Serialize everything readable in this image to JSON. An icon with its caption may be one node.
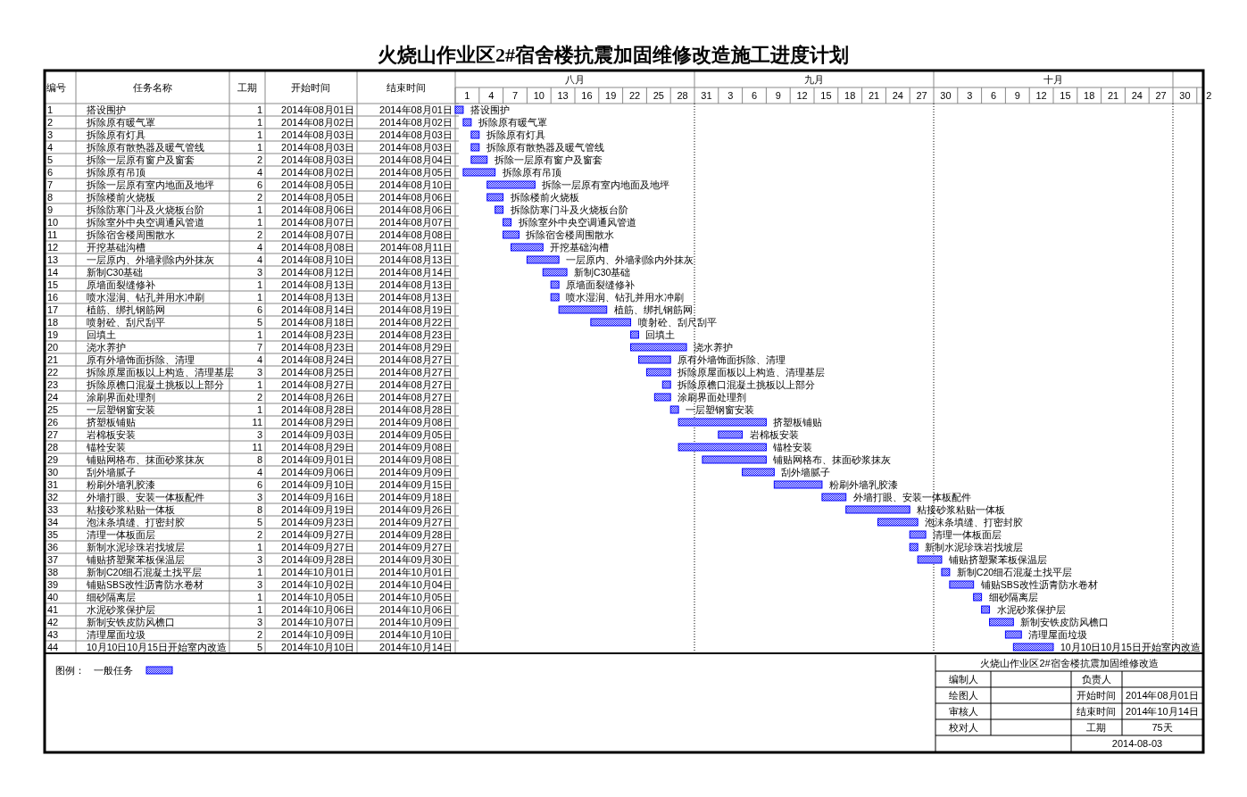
{
  "diagram": {
    "title": "火烧山作业区2#宿舍楼抗震加固维修改造施工进度计划",
    "labels": [
      "编号",
      "任务名称",
      "工期",
      "开始时间",
      "结束时间",
      "1",
      "搭设围护",
      "1",
      "2014年08月01日",
      "2014年08月01日",
      "2",
      "拆除原有暖气罩",
      "1",
      "2014年08月02日",
      "2014年08月02日",
      "3",
      "拆除原有灯具",
      "1",
      "2014年08月03日",
      "2014年08月03日",
      "4",
      "拆除原有散热器及暖气管线",
      "1",
      "2014年08月03日",
      "2014年08月03日",
      "5",
      "拆除一层原有窗户及窗套",
      "2",
      "2014年08月03日",
      "2014年08月04日",
      "6",
      "拆除原有吊顶",
      "4",
      "2014年08月02日",
      "2014年08月05日",
      "7",
      "拆除一层原有室内地面及地坪",
      "6",
      "2014年08月05日",
      "2014年08月10日",
      "8",
      "拆除楼前火烧板",
      "2",
      "2014年08月05日",
      "2014年08月06日",
      "9",
      "拆除防寒门斗及火烧板台阶",
      "1",
      "2014年08月06日",
      "2014年08月06日",
      "10",
      "拆除室外中央空调通风管道",
      "1",
      "2014年08月07日",
      "2014年08月07日",
      "11",
      "拆除宿舍楼周围散水",
      "2",
      "2014年08月07日",
      "2014年08月08日",
      "12",
      "开挖基础沟槽",
      "4",
      "2014年08月08日",
      "2014年08月11日",
      "13",
      "一层原内、外墙剥除内外抹灰",
      "4",
      "2014年08月10日",
      "2014年08月13日",
      "14",
      "新制C30基础",
      "3",
      "2014年08月12日",
      "2014年08月14日",
      "15",
      "原墙面裂缝修补",
      "1",
      "2014年08月13日",
      "2014年08月13日",
      "16",
      "喷水湿润、钻孔并用水冲刷",
      "1",
      "2014年08月13日",
      "2014年08月13日",
      "17",
      "植筋、绑扎钢筋网",
      "6",
      "2014年08月14日",
      "2014年08月19日",
      "18",
      "喷射砼、刮尺刮平",
      "5",
      "2014年08月18日",
      "2014年08月22日",
      "19",
      "回填土",
      "1",
      "2014年08月23日",
      "2014年08月23日",
      "20",
      "浇水养护",
      "7",
      "2014年08月23日",
      "2014年08月29日",
      "21",
      "原有外墙饰面拆除、清理",
      "4",
      "2014年08月24日",
      "2014年08月27日",
      "22",
      "拆除原屋面板以上构造、清理基层",
      "3",
      "2014年08月25日",
      "2014年08月27日",
      "23",
      "拆除原檐口混凝土挑板以上部分",
      "1",
      "2014年08月27日",
      "2014年08月27日",
      "24",
      "涂刷界面处理剂",
      "2",
      "2014年08月26日",
      "2014年08月27日",
      "25",
      "一层塑钢窗安装",
      "1",
      "2014年08月28日",
      "2014年08月28日",
      "26",
      "挤塑板铺贴",
      "11",
      "2014年08月29日",
      "2014年09月08日",
      "27",
      "岩棉板安装",
      "3",
      "2014年09月03日",
      "2014年09月05日",
      "28",
      "锚栓安装",
      "11",
      "2014年08月29日",
      "2014年09月08日",
      "29",
      "铺贴网格布、抹面砂浆抹灰",
      "8",
      "2014年09月01日",
      "2014年09月08日",
      "30",
      "刮外墙腻子",
      "4",
      "2014年09月06日",
      "2014年09月09日",
      "31",
      "粉刷外墙乳胶漆",
      "6",
      "2014年09月10日",
      "2014年09月15日",
      "32",
      "外墙打眼、安装一体板配件",
      "3",
      "2014年09月16日",
      "2014年09月18日",
      "33",
      "粘接砂浆粘贴一体板",
      "8",
      "2014年09月19日",
      "2014年09月26日",
      "34",
      "泡沫条填缝、打密封胶",
      "5",
      "2014年09月23日",
      "2014年09月27日",
      "35",
      "清理一体板面层",
      "2",
      "2014年09月27日",
      "2014年09月28日",
      "36",
      "新制水泥珍珠岩找坡层",
      "1",
      "2014年09月27日",
      "2014年09月27日",
      "37",
      "铺贴挤塑聚苯板保温层",
      "3",
      "2014年09月28日",
      "2014年09月30日",
      "38",
      "新制C20细石混凝土找平层",
      "1",
      "2014年10月01日",
      "2014年10月01日",
      "39",
      "铺贴SBS改性沥青防水卷材",
      "3",
      "2014年10月02日",
      "2014年10月04日",
      "40",
      "细砂隔离层",
      "1",
      "2014年10月05日",
      "2014年10月05日",
      "41",
      "水泥砂浆保护层",
      "1",
      "2014年10月06日",
      "2014年10月06日",
      "42",
      "新制安铁皮防风檐口",
      "3",
      "2014年10月07日",
      "2014年10月09日",
      "43",
      "清理屋面垃圾",
      "2",
      "2014年10月09日",
      "2014年10月10日",
      "44",
      "10月10日10月15日开始室内改造",
      "5",
      "2014年10月10日",
      "2014年10月14日",
      "八月",
      "九月",
      "十月",
      "1",
      "4",
      "7",
      "10",
      "13",
      "16",
      "19",
      "22",
      "25",
      "28",
      "31",
      "3",
      "6",
      "9",
      "12",
      "15",
      "18",
      "21",
      "24",
      "27",
      "30",
      "3",
      "6",
      "9",
      "12",
      "15",
      "18",
      "21",
      "24",
      "27",
      "30",
      "2",
      "搭设围护",
      "拆除原有暖气罩",
      "拆除原有灯具",
      "拆除原有散热器及暖气管线",
      "拆除一层原有窗户及窗套",
      "拆除原有吊顶",
      "拆除一层原有室内地面及地坪",
      "拆除楼前火烧板",
      "拆除防寒门斗及火烧板台阶",
      "拆除室外中央空调通风管道",
      "拆除宿舍楼周围散水",
      "开挖基础沟槽",
      "一层原内、外墙剥除内外抹灰",
      "新制C30基础",
      "原墙面裂缝修补",
      "喷水湿润、钻孔并用水冲刷",
      "植筋、绑扎钢筋网",
      "喷射砼、刮尺刮平",
      "回填土",
      "浇水养护",
      "原有外墙饰面拆除、清理",
      "拆除原屋面板以上构造、清理基层",
      "拆除原檐口混凝土挑板以上部分",
      "涂刷界面处理剂",
      "一层塑钢窗安装",
      "挤塑板铺贴",
      "岩棉板安装",
      "锚栓安装",
      "铺贴网格布、抹面砂浆抹灰",
      "刮外墙腻子",
      "粉刷外墙乳胶漆",
      "外墙打眼、安装一体板配件",
      "粘接砂浆粘贴一体板",
      "泡沫条填缝、打密封胶",
      "清理一体板面层",
      "新制水泥珍珠岩找坡层",
      "铺贴挤塑聚苯板保温层",
      "新制C20细石混凝土找平层",
      "铺贴SBS改性沥青防水卷材",
      "细砂隔离层",
      "水泥砂浆保护层",
      "新制安铁皮防风檐口",
      "清理屋面垃圾",
      "10月10日10月15日开始室内改造",
      "图例：",
      "火烧山作业区2#宿舍楼抗震加固维修改造",
      "编制人",
      "负责人",
      "绘图人",
      "开始时间",
      "2014年08月01日",
      "审核人",
      "结束时间",
      "2014年10月14日",
      "校对人",
      "工期",
      "75天",
      "2014-08-03"
    ],
    "legend": [
      {
        "text": "一般任务",
        "color": "#0000ff"
      }
    ]
  }
}
